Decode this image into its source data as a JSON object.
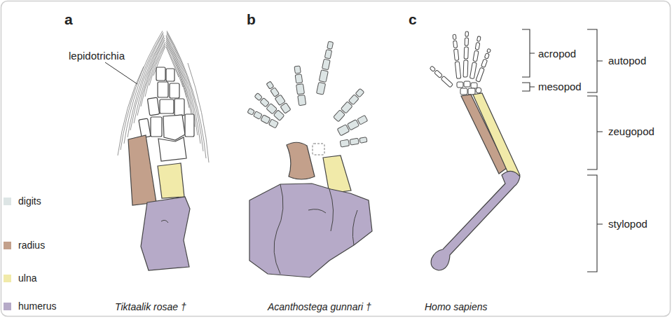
{
  "diagram": {
    "labels": [
      "a",
      "b",
      "c",
      "lepidotrichia",
      "Tiktaalik rosae †",
      "Acanthostega gunnari †",
      "Homo sapiens",
      "acropod",
      "mesopod",
      "autopod",
      "zeugopod",
      "stylopod"
    ],
    "legend": [
      {
        "text": "digits",
        "color": "#dde5e5"
      },
      {
        "text": "radius",
        "color": "#c3a08b"
      },
      {
        "text": "ulna",
        "color": "#f1eaa9"
      },
      {
        "text": "humerus",
        "color": "#b6aac8"
      }
    ]
  }
}
